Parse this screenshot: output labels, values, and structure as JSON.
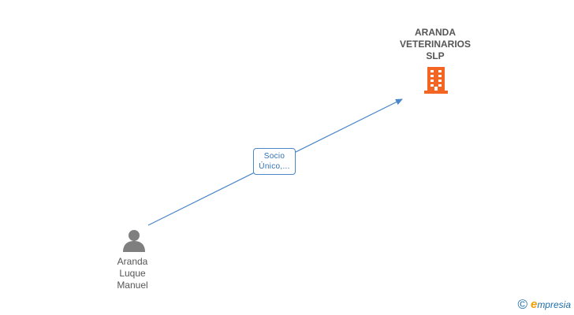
{
  "company": {
    "name_lines": [
      "ARANDA",
      "VETERINARIOS",
      "SLP"
    ],
    "icon": "building-icon",
    "color": "#f26522"
  },
  "person": {
    "name_lines": [
      "Aranda",
      "Luque",
      "Manuel"
    ],
    "icon": "person-icon",
    "color": "#7f7f7f"
  },
  "relation": {
    "label_lines": [
      "Socio",
      "Único,..."
    ],
    "color": "#4a86c8"
  },
  "watermark": {
    "symbol": "©",
    "brand_initial": "e",
    "brand_rest": "mpresia"
  }
}
